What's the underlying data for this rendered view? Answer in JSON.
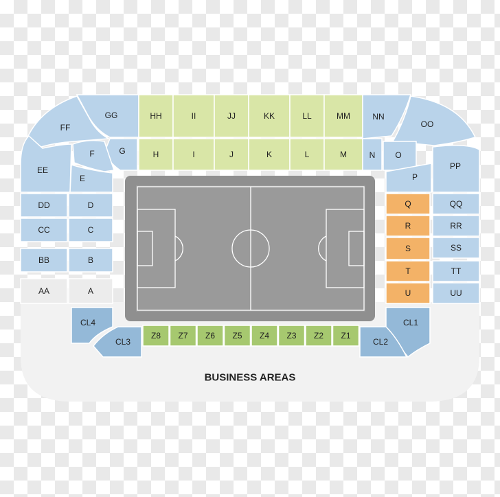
{
  "colors": {
    "blue": "#b9d3ea",
    "green": "#d9e6a7",
    "orange": "#f3b267",
    "gray": "#ececec",
    "cl_blue": "#94b9d8",
    "z_green": "#a6c86f",
    "bowl": "#f2f2f2",
    "pitch": "#8f8f8f"
  },
  "business_areas": {
    "label": "BUSINESS AREAS"
  },
  "sections": {
    "GG": "GG",
    "FF": "FF",
    "EE": "EE",
    "DD": "DD",
    "CC": "CC",
    "BB": "BB",
    "AA": "AA",
    "G": "G",
    "F": "F",
    "E": "E",
    "D": "D",
    "C": "C",
    "B": "B",
    "A": "A",
    "HH": "HH",
    "II": "II",
    "JJ": "JJ",
    "KK": "KK",
    "LL": "LL",
    "MM": "MM",
    "H": "H",
    "I": "I",
    "J": "J",
    "K": "K",
    "L": "L",
    "M": "M",
    "NN": "NN",
    "OO": "OO",
    "PP": "PP",
    "QQ": "QQ",
    "RR": "RR",
    "SS": "SS",
    "TT": "TT",
    "UU": "UU",
    "N": "N",
    "O": "O",
    "P": "P",
    "Q": "Q",
    "R": "R",
    "S": "S",
    "T": "T",
    "U": "U",
    "CL1": "CL1",
    "CL2": "CL2",
    "CL3": "CL3",
    "CL4": "CL4",
    "Z1": "Z1",
    "Z2": "Z2",
    "Z3": "Z3",
    "Z4": "Z4",
    "Z5": "Z5",
    "Z6": "Z6",
    "Z7": "Z7",
    "Z8": "Z8"
  }
}
